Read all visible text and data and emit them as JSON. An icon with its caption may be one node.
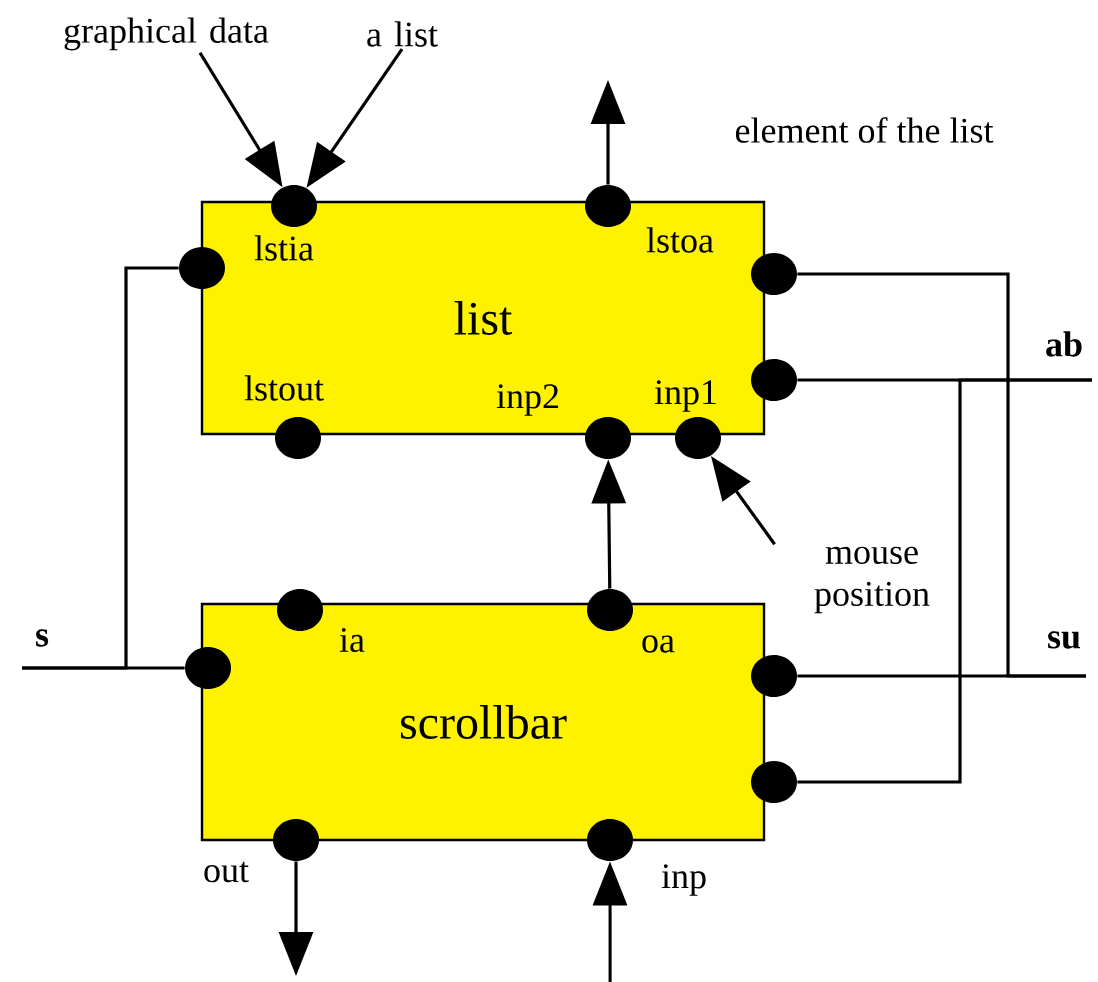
{
  "diagram": {
    "nodes": [
      {
        "text": [
          "graphical data"
        ]
      },
      {
        "text": [
          "a list"
        ]
      },
      {
        "text": [
          "list"
        ]
      },
      {
        "text": [],
        "shape": "circle"
      },
      {
        "text": [],
        "shape": "circle"
      },
      {
        "text": [],
        "shape": "circle"
      },
      {
        "text": [],
        "shape": "circle"
      },
      {
        "text": [],
        "shape": "circle"
      },
      {
        "text": [],
        "shape": "circle"
      },
      {
        "text": [],
        "shape": "circle"
      },
      {
        "text": [],
        "shape": "circle"
      },
      {
        "text": [
          "mouse position"
        ]
      },
      {
        "text": [
          "scrollbar"
        ]
      },
      {
        "text": [],
        "shape": "circle"
      },
      {
        "text": [],
        "shape": "circle"
      },
      {
        "text": [],
        "shape": "circle"
      },
      {
        "text": [],
        "shape": "circle"
      },
      {
        "text": [],
        "shape": "circle"
      },
      {
        "text": [],
        "shape": "circle"
      },
      {
        "text": [],
        "shape": "circle"
      }
    ],
    "edges": [
      {
        "from": 0,
        "to": 3,
        "arrow": "to"
      },
      {
        "from": 1,
        "to": 3,
        "arrow": "to"
      },
      {
        "from": 4,
        "to": null,
        "arrow": "to"
      },
      {
        "from": 14,
        "to": 9,
        "arrow": "to"
      },
      {
        "from": 11,
        "to": 10,
        "arrow": "to"
      },
      {
        "from": null,
        "to": 5,
        "arrow": "none"
      },
      {
        "from": null,
        "to": 15,
        "arrow": "none"
      },
      {
        "from": 6,
        "to": null,
        "arrow": "none"
      },
      {
        "from": 16,
        "to": null,
        "arrow": "none"
      },
      {
        "from": 7,
        "to": null,
        "arrow": "none"
      },
      {
        "from": 17,
        "to": null,
        "arrow": "none"
      },
      {
        "from": 18,
        "to": null,
        "arrow": "to"
      },
      {
        "from": null,
        "to": 19,
        "arrow": "to"
      }
    ],
    "labels": [
      "element of the list",
      "lstia",
      "lstoa",
      "ab",
      "lstout",
      "inp2",
      "inp1",
      "s",
      "ia",
      "oa",
      "su",
      "out",
      "inp"
    ]
  }
}
